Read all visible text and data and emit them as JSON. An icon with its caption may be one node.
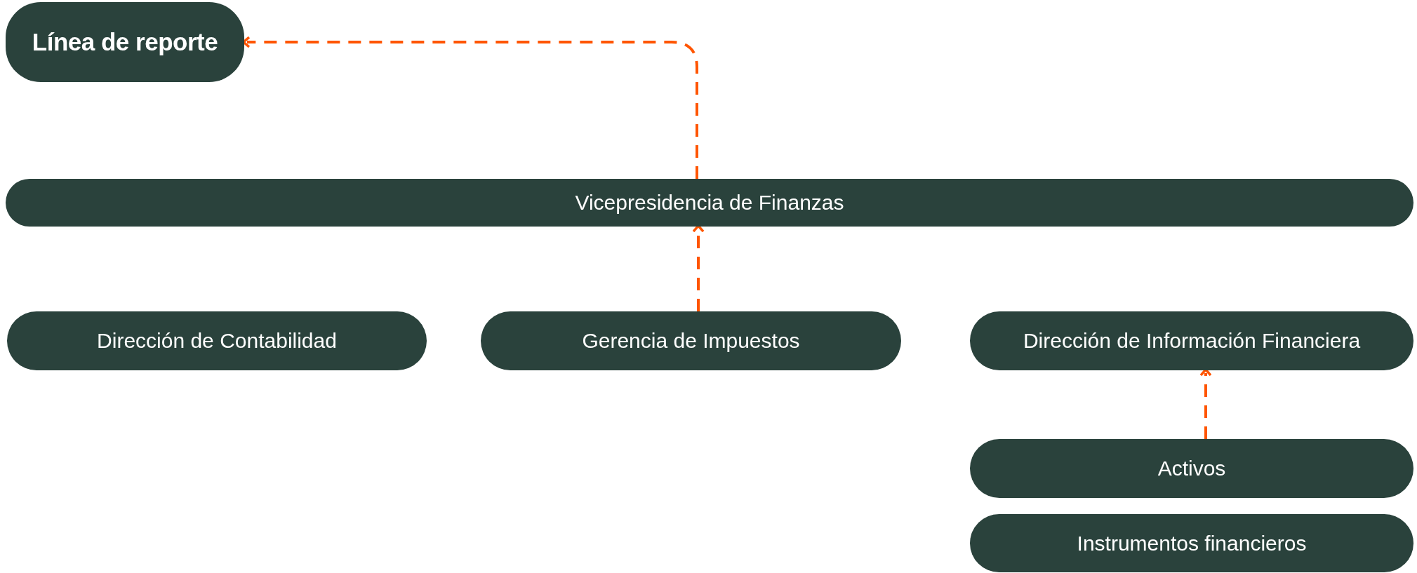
{
  "diagram": {
    "nodes": [
      {
        "text": [
          "Línea de reporte"
        ]
      },
      {
        "text": [
          "Vicepresidencia de Finanzas"
        ]
      },
      {
        "text": [
          "Dirección de Contabilidad"
        ]
      },
      {
        "text": [
          "Gerencia de Impuestos"
        ]
      },
      {
        "text": [
          "Dirección de Información Financiera"
        ]
      },
      {
        "text": [
          "Activos"
        ]
      },
      {
        "text": [
          "Instrumentos financieros"
        ]
      }
    ],
    "edges": [
      {
        "from": 1,
        "to": 0,
        "arrow": "to",
        "style": "dashed"
      },
      {
        "from": 3,
        "to": 1,
        "arrow": "to",
        "style": "dashed"
      },
      {
        "from": 5,
        "to": 4,
        "arrow": "to",
        "style": "dashed"
      }
    ]
  }
}
